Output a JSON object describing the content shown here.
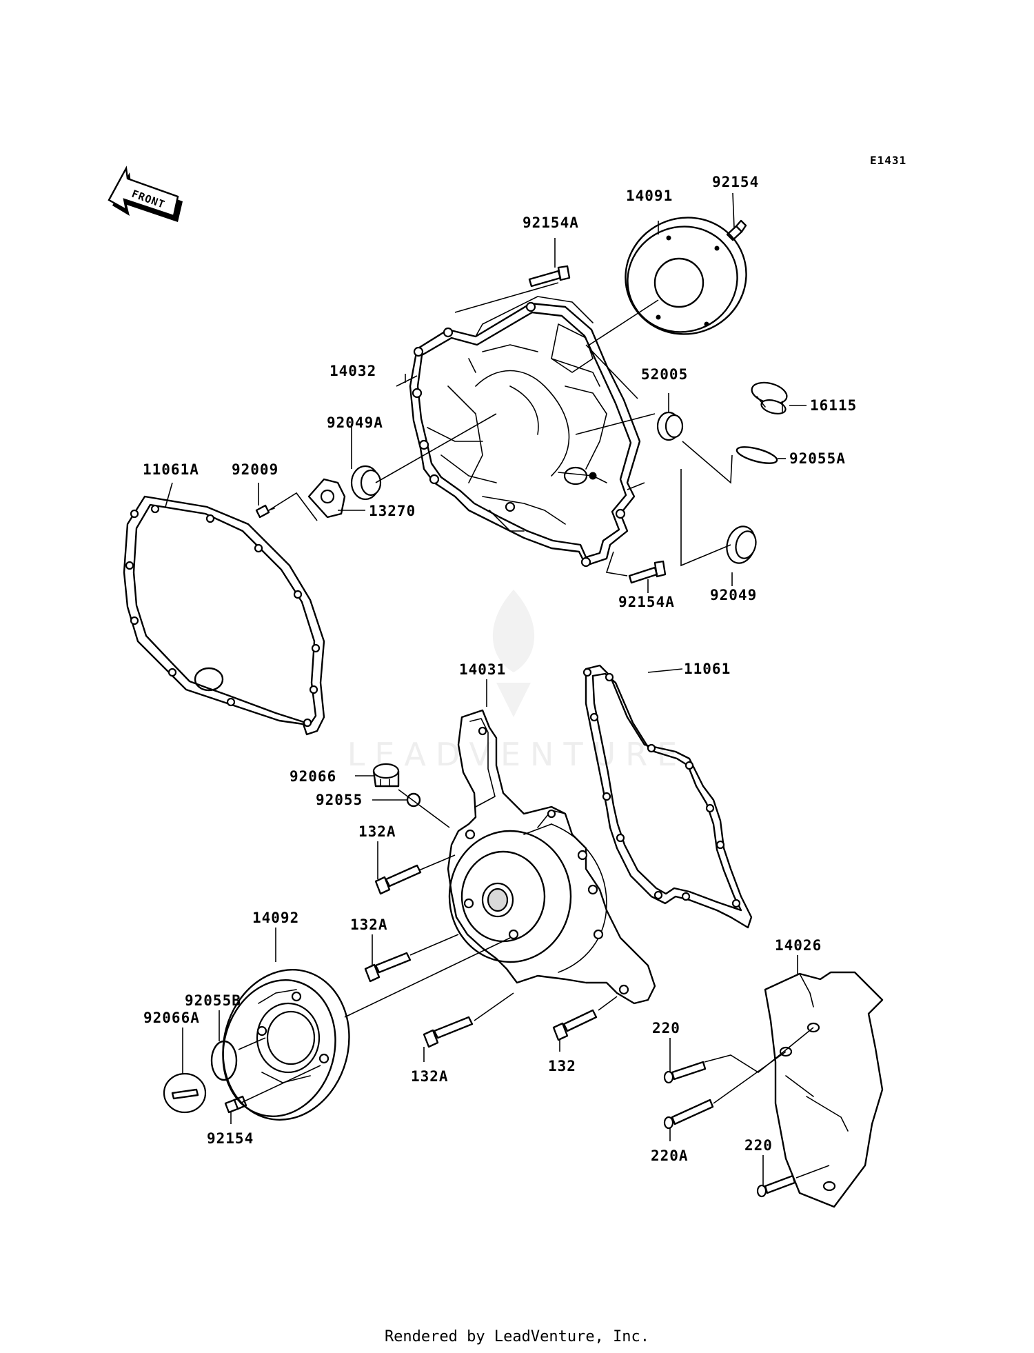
{
  "drawing_id": "E1431",
  "front_label": "FRONT",
  "watermark_text": "LEADVENTURE",
  "footer": "Rendered by LeadVenture, Inc.",
  "callouts": {
    "p92154_top": "92154",
    "p14091": "14091",
    "p92154A_top": "92154A",
    "p14032": "14032",
    "p52005": "52005",
    "p16115": "16115",
    "p92049A": "92049A",
    "p92055A": "92055A",
    "p11061A": "11061A",
    "p92009": "92009",
    "p13270": "13270",
    "p92154A_mid": "92154A",
    "p92049": "92049",
    "p11061": "11061",
    "p14031": "14031",
    "p92066": "92066",
    "p92055": "92055",
    "p132A_1": "132A",
    "p132A_2": "132A",
    "p14092": "14092",
    "p92055B": "92055B",
    "p92066A": "92066A",
    "p92154_bottom": "92154",
    "p132A_3": "132A",
    "p132": "132",
    "p14026": "14026",
    "p220_1": "220",
    "p220A": "220A",
    "p220_2": "220"
  }
}
